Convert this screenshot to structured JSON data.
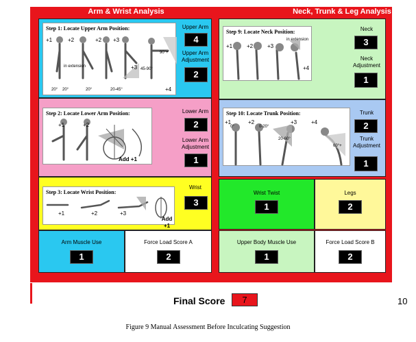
{
  "headers": {
    "arm": "Arm & Wrist Analysis",
    "neck": "Neck, Trunk & Leg Analysis"
  },
  "steps": {
    "upper_arm": "Step 1: Locate Upper Arm Position:",
    "lower_arm": "Step 2:  Locate Lower Arm Position:",
    "wrist": "Step 3:  Locate Wrist Position:",
    "neck": "Step 9: Locate Neck Position:",
    "trunk": "Step 10: Locate Trunk Position:"
  },
  "illustration_text": {
    "ua": {
      "p1": "+1",
      "p2": "+2",
      "p3": "+2",
      "p4": "+3",
      "p5": "+4",
      "ext": "in extension",
      "a1": "20°",
      "a2": "20°",
      "a3": "20°",
      "a4": "20-45°",
      "a5": "45-90°",
      "a6": "90°+"
    },
    "la": {
      "p1": "+1",
      "p2": "+2",
      "add": "Add +1"
    },
    "wr": {
      "p1": "+1",
      "p2": "+2",
      "p3": "+3",
      "add": "Add +1"
    },
    "nk": {
      "p1": "+1",
      "p2": "+2",
      "p3": "+3",
      "p4": "+4",
      "ext": "in extension"
    },
    "tr": {
      "p1": "+1",
      "p2": "+2",
      "p3": "+3",
      "p4": "+4",
      "a1": "0°",
      "a2": "0-20°",
      "a3": "20-60°",
      "a4": "60°+"
    }
  },
  "scores": {
    "upper_arm": {
      "label": "Upper Arm",
      "value": "4"
    },
    "upper_arm_adj": {
      "label": "Upper Arm Adjustment",
      "value": "2"
    },
    "lower_arm": {
      "label": "Lower Arm",
      "value": "2"
    },
    "lower_arm_adj": {
      "label": "Lower Arm Adjustment",
      "value": "1"
    },
    "wrist": {
      "label": "Wrist",
      "value": "3"
    },
    "neck": {
      "label": "Neck",
      "value": "3"
    },
    "neck_adj": {
      "label": "Neck Adjustment",
      "value": "1"
    },
    "trunk": {
      "label": "Trunk",
      "value": "2"
    },
    "trunk_adj": {
      "label": "Trunk Adjustment",
      "value": "1"
    },
    "arm_muscle": {
      "label": "Arm Muscle Use",
      "value": "1"
    },
    "force_a": {
      "label": "Force Load Score A",
      "value": "2"
    },
    "wrist_twist": {
      "label": "Wrist Twist",
      "value": "1"
    },
    "legs": {
      "label": "Legs",
      "value": "2"
    },
    "upper_body_muscle": {
      "label": "Upper Body Muscle Use",
      "value": "1"
    },
    "force_b": {
      "label": "Force Load Score B",
      "value": "2"
    }
  },
  "final": {
    "label": "Final Score",
    "value": "7"
  },
  "page_number": "10",
  "caption": "Figure 9 Manual Assessment Before Inculcating Suggestion",
  "colors": {
    "frame_red": "#e8151c",
    "cyan": "#2ac8f0",
    "pink": "#f59fc7",
    "yellow": "#ffff22",
    "light_green": "#c8f5c0",
    "light_blue": "#a9c9f2",
    "green": "#22e82a",
    "pale_yellow": "#fff89a"
  }
}
